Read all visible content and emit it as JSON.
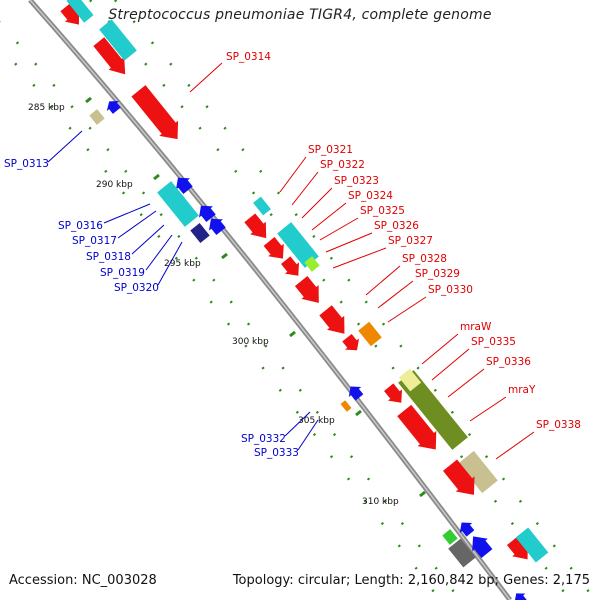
{
  "title": "Streptococcus pneumoniae TIGR4, complete genome",
  "footer": {
    "accession_label": "Accession:",
    "accession_value": "NC_003028",
    "topology_label": "Topology:",
    "topology_value": "circular",
    "length_label": "Length:",
    "length_value": "2,160,842 bp",
    "genes_label": "Genes:",
    "genes_value": "2,175"
  },
  "colors": {
    "backbone": "#8a8a8a",
    "tick": "#2e8b1a",
    "forward_label": "#e00000",
    "reverse_label": "#0000cc",
    "red": "#ee1111",
    "cyan": "#22cccc",
    "blue": "#1111ee",
    "olive": "#6e8e22",
    "khaki": "#c8c090",
    "orange": "#ee8800",
    "gray": "#666666",
    "green": "#33cc33",
    "lime": "#99ee33",
    "navy": "#222288",
    "pale": "#eeee99"
  },
  "scale_labels": [
    "285 kbp",
    "290 kbp",
    "295 kbp",
    "300 kbp",
    "305 kbp",
    "310 kbp"
  ],
  "forward_genes": [
    "SP_0314",
    "SP_0321",
    "SP_0322",
    "SP_0323",
    "SP_0324",
    "SP_0325",
    "SP_0326",
    "SP_0327",
    "SP_0328",
    "SP_0329",
    "SP_0330",
    "mraW",
    "SP_0335",
    "SP_0336",
    "mraY",
    "SP_0338"
  ],
  "reverse_genes": [
    "SP_0313",
    "SP_0316",
    "SP_0317",
    "SP_0318",
    "SP_0319",
    "SP_0320",
    "SP_0332",
    "SP_0333"
  ]
}
